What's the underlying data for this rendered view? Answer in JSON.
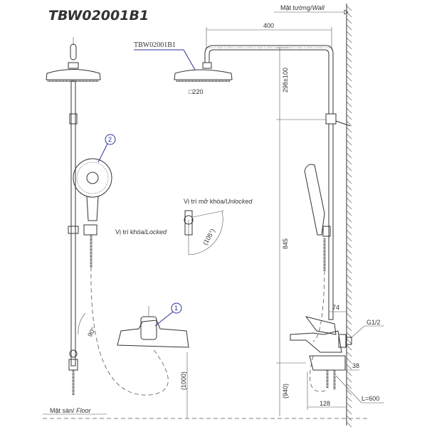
{
  "title": "TBW02001B1",
  "wall_label": {
    "vi": "Mặt tường/",
    "en": "Wall"
  },
  "floor_label": {
    "vi": "Mặt sàn/ ",
    "en": "Floor"
  },
  "part_label": "TBW02001B1",
  "unlocked_label": {
    "vi": "Vị trí mở khóa/",
    "en": "Unlocked"
  },
  "locked_label": {
    "vi": "Vị trí khóa/",
    "en": "Locked"
  },
  "callouts": [
    "1",
    "2"
  ],
  "dimensions": {
    "arm_length": "400",
    "head_size": "□220",
    "head_height": "298±100",
    "rail_height": "845",
    "mixer_height_left": "(1000)",
    "mixer_height_right": "(940)",
    "angle_rotation": "90°",
    "angle_lock": "(105°)",
    "spout_offset": "74",
    "thread": "G1/2",
    "bracket_offset": "38",
    "hose_length": "L=600",
    "mixer_depth": "128"
  }
}
